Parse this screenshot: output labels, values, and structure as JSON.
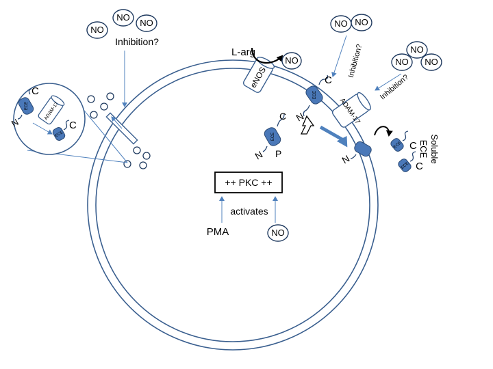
{
  "labels": {
    "no": "NO",
    "inhibition_q": "Inhibition?",
    "l_arg": "L-arg",
    "enos": "eNOS",
    "ece": "ECE",
    "adam17": "ADAM-17",
    "c": "C",
    "n": "N",
    "p": "P",
    "pkc": "++ PKC ++",
    "activates": "activates",
    "pma": "PMA",
    "soluble": "Soluble",
    "ece_word": "ECE"
  },
  "colors": {
    "membrane": "#3a5f8f",
    "protein_fill": "#4a78b8",
    "protein_stroke": "#2b4a75",
    "arrow_blue": "#4f81bd",
    "no_oval_stroke": "#1f3a5f"
  }
}
